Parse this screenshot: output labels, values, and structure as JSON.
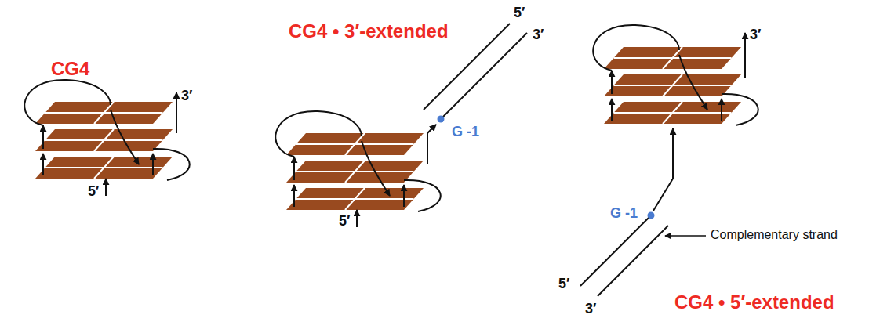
{
  "diagram": {
    "labels": [
      "CG4",
      "3′",
      "5′",
      "CG4 • 3′-extended",
      "5′",
      "3′",
      "G -1",
      "5′",
      "3′",
      "G -1",
      "Complementary strand",
      "5′",
      "3′",
      "CG4 • 5′-extended"
    ]
  }
}
